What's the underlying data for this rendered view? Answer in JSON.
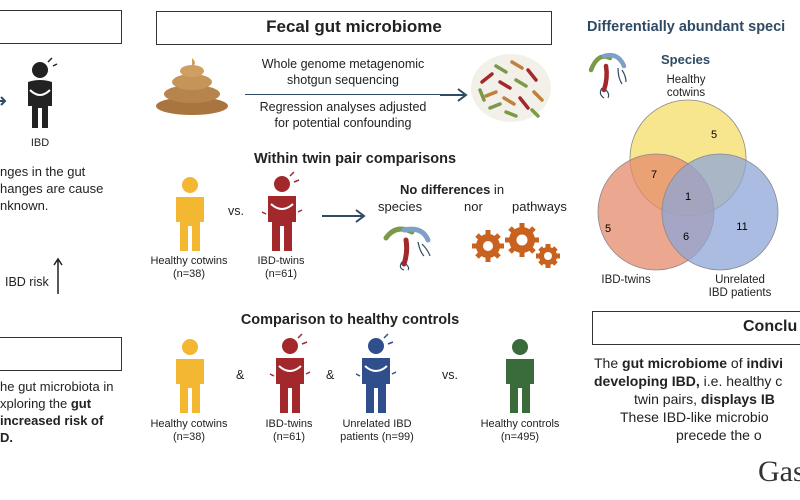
{
  "left": {
    "ibd_label": "IBD",
    "changes_lines": [
      "nges in the gut",
      "hanges are cause",
      "nknown."
    ],
    "ibd_risk": "IBD risk",
    "aim_lines": [
      "he gut microbiota in",
      "xploring the",
      "increased risk of",
      "D."
    ],
    "aim_gut": "gut"
  },
  "center": {
    "title": "Fecal gut microbiome",
    "seq_line1": "Whole genome metagenomic",
    "seq_line2": "shotgun sequencing",
    "reg_line1": "Regression analyses adjusted",
    "reg_line2": "for potential confounding",
    "within_title": "Within twin pair comparisons",
    "vs1": "vs.",
    "no_diff_bold": "No differences",
    "no_diff_rest": " in",
    "species_word": "species",
    "nor_word": "nor",
    "pathways_word": "pathways",
    "healthy_cotwins_1": "Healthy cotwins",
    "n38_1": "(n=38)",
    "ibd_twins_1": "IBD-twins",
    "n61_1": "(n=61)",
    "comparison_title": "Comparison to healthy controls",
    "amp1": "&",
    "amp2": "&",
    "vs2": "vs.",
    "healthy_cotwins_2": "Healthy cotwins",
    "n38_2": "(n=38)",
    "ibd_twins_2": "IBD-twins",
    "n61_2": "(n=61)",
    "unrelated_1": "Unrelated IBD",
    "unrelated_2": "patients (n=99)",
    "controls": "Healthy controls",
    "n495": "(n=495)"
  },
  "right": {
    "title": "Differentially abundant speci",
    "species_label": "Species",
    "healthy_cotwins_1": "Healthy",
    "healthy_cotwins_2": "cotwins",
    "ibd_twins": "IBD-twins",
    "unrelated_1": "Unrelated",
    "unrelated_2": "IBD patients",
    "venn": {
      "healthy_only": "5",
      "ibd_only": "5",
      "unrelated_only": "11",
      "healthy_ibd": "7",
      "ibd_unrelated": "6",
      "all": "1"
    },
    "conclusion_title": "Conclu",
    "conc_line1_a": "The ",
    "conc_line1_b": "gut microbiome",
    "conc_line1_c": " of ",
    "conc_line1_d": "indivi",
    "conc_line2": "developing IBD,",
    "conc_line2_rest": " i.e. healthy c",
    "conc_line3_a": "twin pairs, ",
    "conc_line3_b": "displays IB",
    "conc_line4": "These IBD-like microbio",
    "conc_line5": "precede the o",
    "journal": "Gas"
  },
  "colors": {
    "yellow": "#f3b731",
    "red": "#a3282b",
    "blue": "#2f4f8c",
    "green": "#3a6b3a",
    "venn_yellow": "#f7e27a",
    "venn_red": "#e58a6b",
    "venn_blue": "#8ea6d8",
    "arrow": "#2f4a63",
    "gear": "#c9621e"
  }
}
